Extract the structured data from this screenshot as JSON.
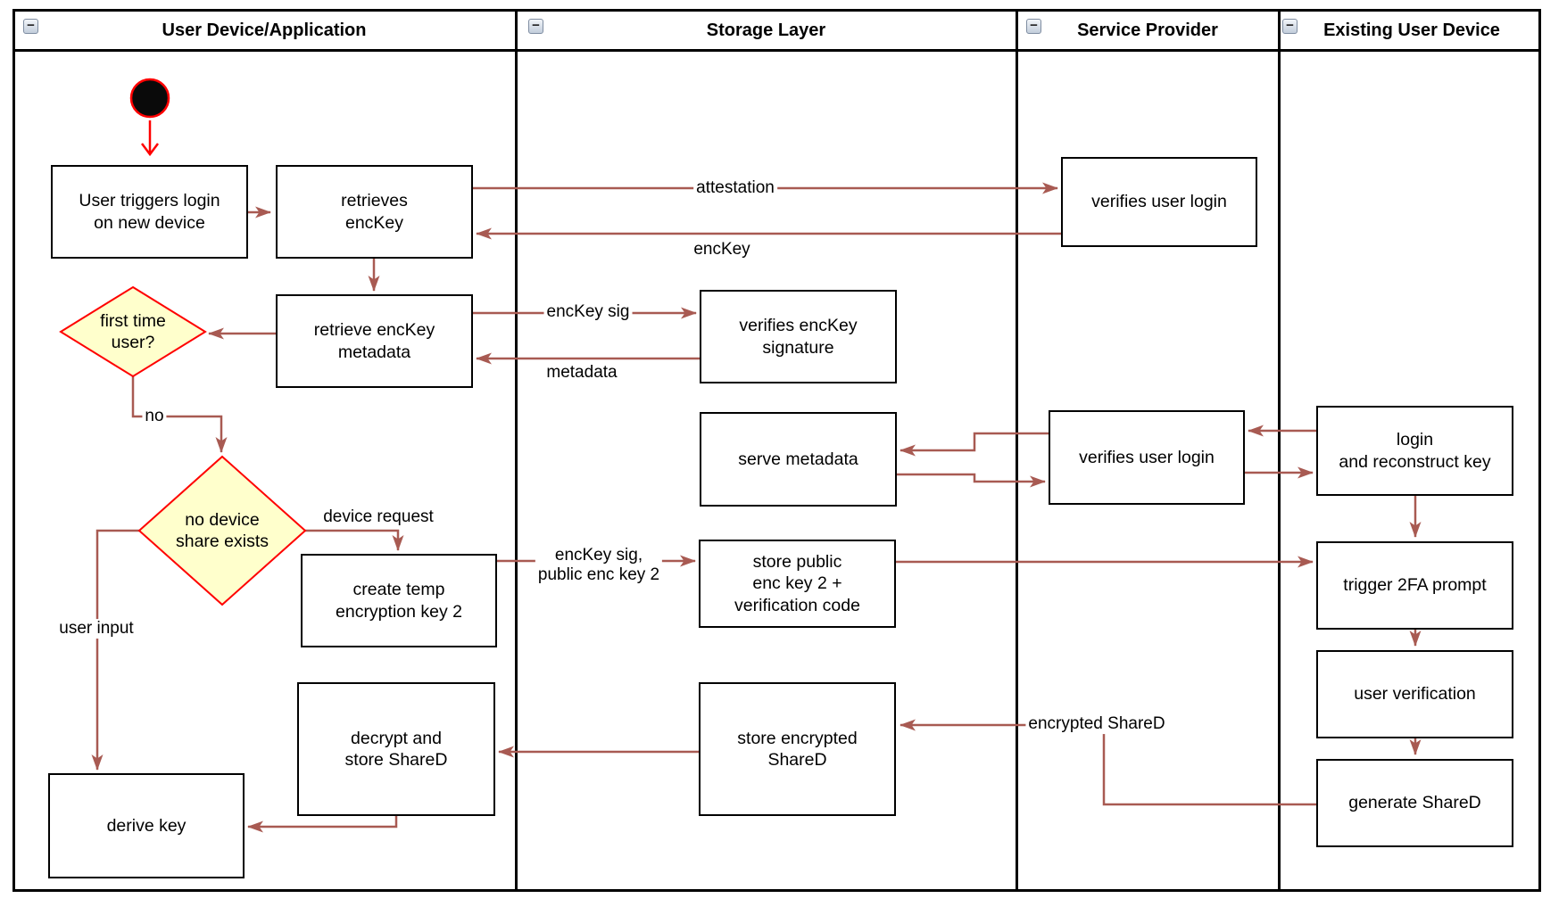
{
  "diagram": {
    "type": "uml-activity-swimlane",
    "lane_headers": {
      "collapse_icon": "−",
      "lane1": "User Device/Application",
      "lane2": "Storage Layer",
      "lane3": "Service Provider",
      "lane4": "Existing User Device"
    },
    "nodes": {
      "user_triggers_login": "User triggers login\non new device",
      "retrieves_enckey": "retrieves\nencKey",
      "retrieve_enckey_metadata": "retrieve encKey\nmetadata",
      "first_time_user": "first time\nuser?",
      "no_device_share_exists": "no device\nshare exists",
      "create_temp_key": "create temp\nencryption key 2",
      "decrypt_store_shared": "decrypt and\nstore ShareD",
      "derive_key": "derive key",
      "verifies_enckey_signature": "verifies encKey\nsignature",
      "serve_metadata": "serve metadata",
      "store_public_enc_key": "store public\nenc key 2 +\nverification code",
      "store_encrypted_shared": "store encrypted\nShareD",
      "verifies_user_login_top": "verifies user login",
      "verifies_user_login_mid": "verifies user login",
      "login_reconstruct_key": "login\nand reconstruct key",
      "trigger_2fa": "trigger 2FA prompt",
      "user_verification": "user verification",
      "generate_shared": "generate ShareD"
    },
    "edge_labels": {
      "attestation": "attestation",
      "enckey": "encKey",
      "enckey_sig": "encKey sig",
      "metadata": "metadata",
      "no": "no",
      "device_request": "device request",
      "enckey_sig_public": "encKey sig,\npublic enc key 2",
      "user_input": "user input",
      "encrypted_shared": "encrypted ShareD"
    },
    "colors": {
      "arrow": "#a85a52",
      "start_arrow": "#ff0000",
      "decision_border": "#ff0000",
      "decision_fill": "#ffffcc",
      "node_border": "#000000",
      "lane_border": "#000000",
      "start_fill": "#000000"
    }
  }
}
